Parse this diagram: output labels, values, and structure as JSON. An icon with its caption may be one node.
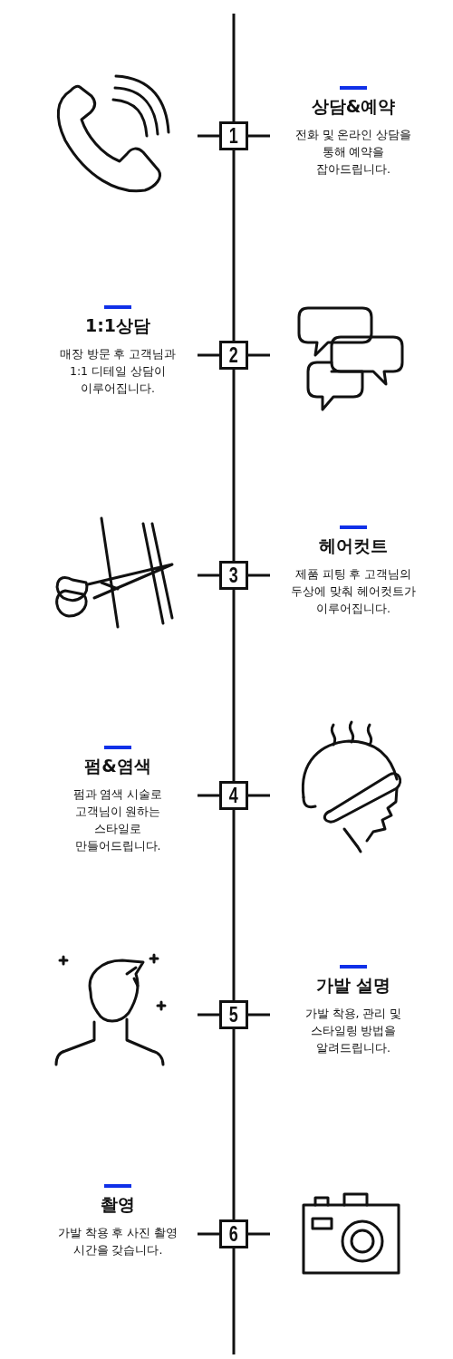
{
  "diagram": {
    "nodes": [
      {
        "text": [
          "1"
        ],
        "beside": [
          "상담&예약",
          "전화 및 온라인 상담을 통해 예약을 잡아드립니다."
        ]
      },
      {
        "text": [
          "2"
        ],
        "beside": [
          "1:1상담",
          "매장 방문 후 고객님과 1:1 디테일 상담이 이루어집니다."
        ]
      },
      {
        "text": [
          "3"
        ],
        "beside": [
          "헤어컷트",
          "제품 피팅 후 고객님의 두상에 맞춰 헤어컷트가 이루어집니다."
        ]
      },
      {
        "text": [
          "4"
        ],
        "beside": [
          "펌&염색",
          "펌과 염색 시술로 고객님이 원하는 스타일로 만들어드립니다."
        ]
      },
      {
        "text": [
          "5"
        ],
        "beside": [
          "가발 설명",
          "가발 착용, 관리 및 스타일링 방법을 알려드립니다."
        ]
      },
      {
        "text": [
          "6"
        ],
        "beside": [
          "촬영",
          "가발 착용 후 사진 촬영 시간을 갖습니다."
        ]
      }
    ],
    "edges": [
      {
        "from": null,
        "to": 0,
        "arrow": "none"
      },
      {
        "from": 0,
        "to": 1,
        "arrow": "none"
      },
      {
        "from": 1,
        "to": 2,
        "arrow": "none"
      },
      {
        "from": 2,
        "to": 3,
        "arrow": "none"
      },
      {
        "from": 3,
        "to": 4,
        "arrow": "none"
      },
      {
        "from": 4,
        "to": 5,
        "arrow": "none"
      },
      {
        "from": 5,
        "to": null,
        "arrow": "none"
      }
    ]
  }
}
